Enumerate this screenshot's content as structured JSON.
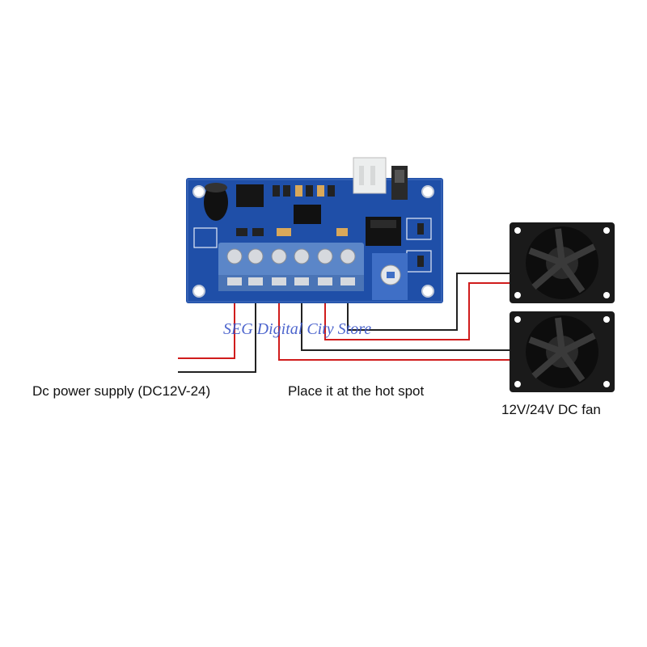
{
  "labels": {
    "power_supply": "Dc power supply (DC12V-24)",
    "hot_spot": "Place it at the hot spot",
    "fan": "12V/24V DC fan"
  },
  "watermark": "SEG Digital City Store",
  "colors": {
    "pcb": "#1f4fa8",
    "pcb_dark": "#163d86",
    "terminal": "#5b86c8",
    "wire_red": "#d01c1c",
    "wire_black": "#222222",
    "fan_body": "#1a1a1a"
  }
}
